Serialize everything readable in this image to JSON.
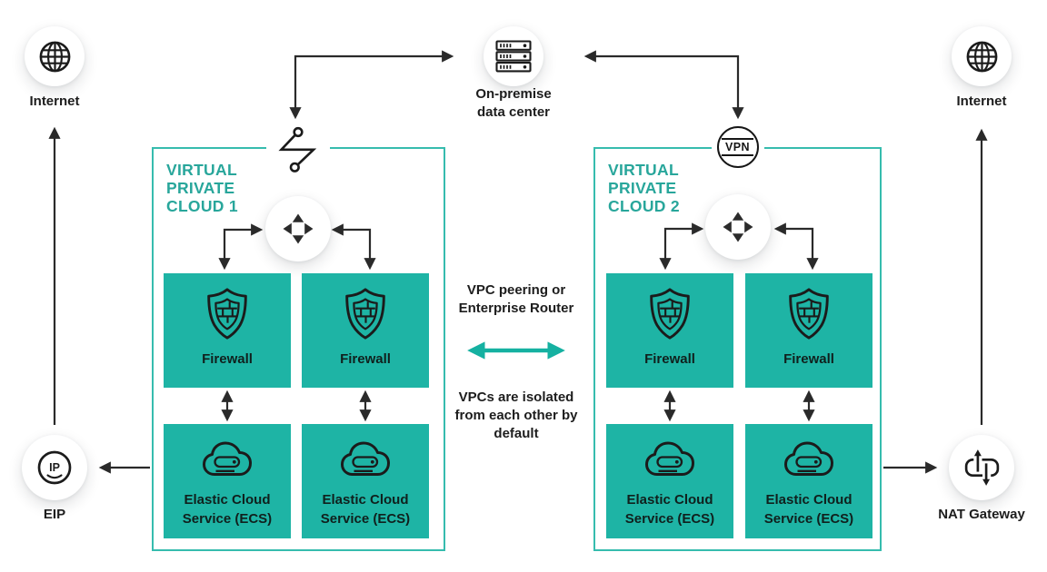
{
  "colors": {
    "teal_fill": "#1EB4A5",
    "teal_border": "#36BCAE",
    "teal_text": "#28A69B",
    "teal_arrow": "#15B1A1",
    "ink": "#1D1D1D",
    "arrow": "#2A2A2A"
  },
  "nodes": {
    "internet_left": {
      "label": "Internet",
      "icon": "globe-icon"
    },
    "on_premise_dc": {
      "label": [
        "On-premise",
        "data center"
      ],
      "icon": "server-rack-icon"
    },
    "internet_right": {
      "label": "Internet",
      "icon": "globe-icon"
    },
    "eip": {
      "label": "EIP",
      "icon": "ip-icon",
      "icon_text": "IP"
    },
    "nat_gateway": {
      "label": "NAT Gateway",
      "icon": "nat-icon"
    },
    "vpn": {
      "icon": "vpn-icon",
      "icon_text": "VPN"
    },
    "direct_connect": {
      "icon": "direct-connect-icon"
    },
    "router": {
      "icon": "router-dpad-icon"
    }
  },
  "vpcs": [
    {
      "title": [
        "VIRTUAL",
        "PRIVATE",
        "CLOUD 1"
      ],
      "firewalls": [
        {
          "label": "Firewall"
        },
        {
          "label": "Firewall"
        }
      ],
      "ecs_nodes": [
        {
          "label": [
            "Elastic Cloud",
            "Service (ECS)"
          ]
        },
        {
          "label": [
            "Elastic Cloud",
            "Service (ECS)"
          ]
        }
      ]
    },
    {
      "title": [
        "VIRTUAL",
        "PRIVATE",
        "CLOUD 2"
      ],
      "firewalls": [
        {
          "label": "Firewall"
        },
        {
          "label": "Firewall"
        }
      ],
      "ecs_nodes": [
        {
          "label": [
            "Elastic Cloud",
            "Service (ECS)"
          ]
        },
        {
          "label": [
            "Elastic Cloud",
            "Service (ECS)"
          ]
        }
      ]
    }
  ],
  "annotations": {
    "peering": [
      "VPC peering or",
      "Enterprise Router"
    ],
    "isolation": [
      "VPCs are isolated",
      "from each other by",
      "default"
    ]
  }
}
